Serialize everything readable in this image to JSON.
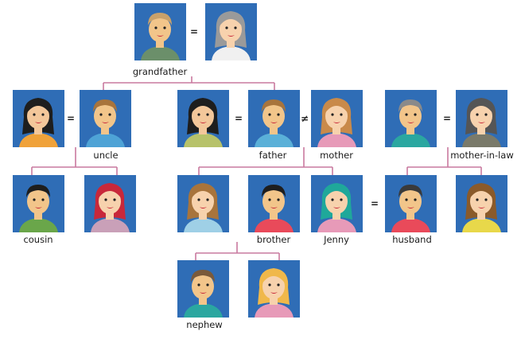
{
  "colors": {
    "card_bg": "#2f6db6",
    "connector": "#c97a9f",
    "text": "#1a1a1a"
  },
  "labels": {
    "grandfather": "grandfather",
    "uncle": "uncle",
    "father": "father",
    "mother": "mother",
    "mother_in_law": "mother-in-law",
    "cousin": "cousin",
    "brother": "brother",
    "jenny": "Jenny",
    "husband": "husband",
    "nephew": "nephew"
  },
  "relations": {
    "married": "=",
    "divorced": "≠"
  },
  "portraits": {
    "grandfather": {
      "skin": "#f2c58a",
      "hair": "#c9a16a",
      "shirt": "#6b8f6a",
      "icon": "bald-old-man-icon"
    },
    "grandmother": {
      "skin": "#f7d2ad",
      "hair": "#9a9a9a",
      "shirt": "#f0f0f0",
      "icon": "grey-haired-woman-icon"
    },
    "aunt": {
      "skin": "#f3c79a",
      "hair": "#1e1e1e",
      "shirt": "#f0a23a",
      "icon": "dark-haired-woman-icon"
    },
    "uncle": {
      "skin": "#f2c58a",
      "hair": "#a8743c",
      "shirt": "#4ea3d6",
      "icon": "brown-haired-man-icon"
    },
    "father_ex": {
      "skin": "#f3c79a",
      "hair": "#1e1e1e",
      "shirt": "#b7c26a",
      "icon": "dark-haired-woman-icon"
    },
    "father": {
      "skin": "#f2c58a",
      "hair": "#a8743c",
      "shirt": "#5ab0d8",
      "icon": "brown-haired-man-icon"
    },
    "mother": {
      "skin": "#f7d2ad",
      "hair": "#c98a4a",
      "shirt": "#e79ab8",
      "icon": "flower-haired-woman-icon"
    },
    "inlaw_father": {
      "skin": "#f2c58a",
      "hair": "#8a8a8a",
      "shirt": "#2aa7a0",
      "icon": "grey-haired-man-icon"
    },
    "mother_in_law": {
      "skin": "#f7d2ad",
      "hair": "#555555",
      "shirt": "#7a7a6a",
      "icon": "dark-haired-woman-icon"
    },
    "cousin": {
      "skin": "#f2c58a",
      "hair": "#1e1e1e",
      "shirt": "#6aa64a",
      "icon": "glasses-boy-icon"
    },
    "cousin_sister": {
      "skin": "#f7d2ad",
      "hair": "#c8283a",
      "shirt": "#c9a0b8",
      "icon": "red-haired-girl-icon"
    },
    "sister_in_law": {
      "skin": "#f7d2ad",
      "hair": "#a8743c",
      "shirt": "#9fd0e6",
      "icon": "brown-haired-woman-icon"
    },
    "brother": {
      "skin": "#f2c58a",
      "hair": "#1e1e1e",
      "shirt": "#e94a5a",
      "icon": "dark-haired-man-icon"
    },
    "jenny": {
      "skin": "#f7d2ad",
      "hair": "#1fa89a",
      "shirt": "#e79ab8",
      "icon": "teal-haired-woman-icon"
    },
    "husband": {
      "skin": "#f2c58a",
      "hair": "#3a3a3a",
      "shirt": "#e94a5a",
      "icon": "dark-haired-man-icon"
    },
    "husband_sister": {
      "skin": "#f7d2ad",
      "hair": "#8a5a2a",
      "shirt": "#e8d84a",
      "icon": "long-brown-haired-woman-icon"
    },
    "nephew": {
      "skin": "#f2c58a",
      "hair": "#7a5a3a",
      "shirt": "#2aa7a0",
      "icon": "boy-icon"
    },
    "niece": {
      "skin": "#f7d2ad",
      "hair": "#f0b84a",
      "shirt": "#e79ab8",
      "icon": "cap-girl-icon"
    }
  }
}
